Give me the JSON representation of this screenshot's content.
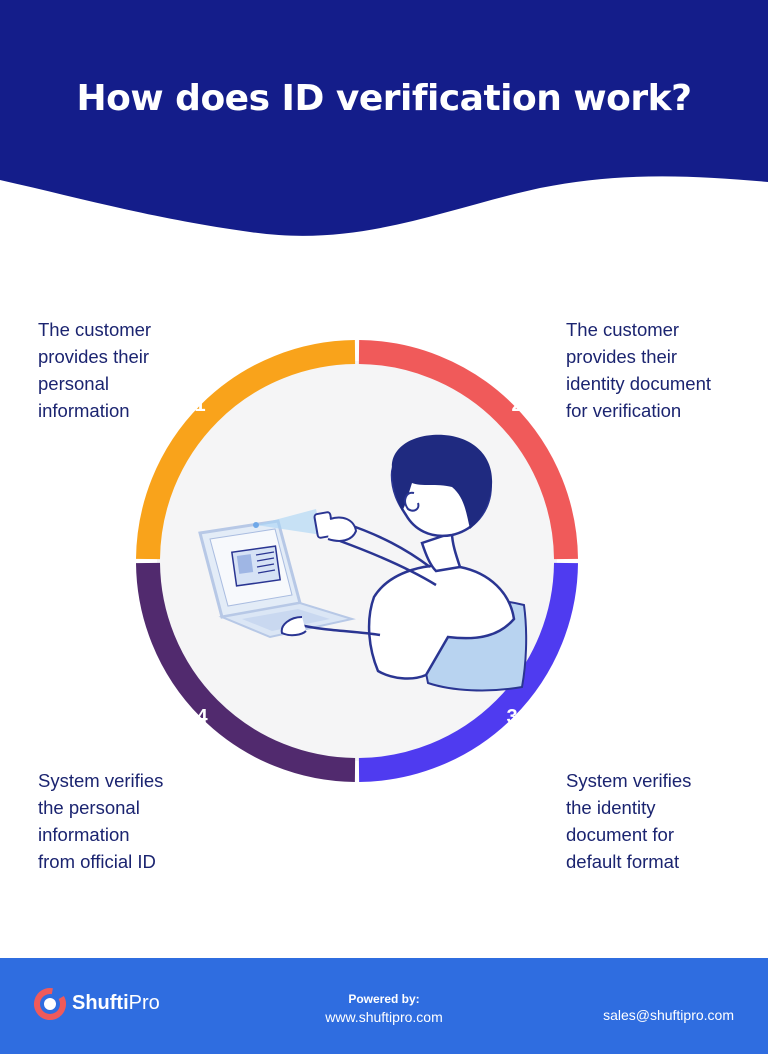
{
  "header": {
    "title": "How does ID verification work?",
    "background_color": "#141d8a"
  },
  "steps": [
    {
      "number": "1",
      "text": "The customer\nprovides their\npersonal\ninformation",
      "color": "#f9a31b"
    },
    {
      "number": "2",
      "text": "The customer\nprovides their\nidentity document\nfor verification",
      "color": "#f05a5a"
    },
    {
      "number": "3",
      "text": "System verifies\nthe identity\ndocument for\ndefault format",
      "color": "#4f3bf0"
    },
    {
      "number": "4",
      "text": "System verifies\nthe personal\ninformation\nfrom official ID",
      "color": "#512a6e"
    }
  ],
  "illustration": {
    "icon": "person-scanning-id-with-laptop-icon"
  },
  "footer": {
    "brand_name_bold": "Shufti",
    "brand_name_regular": "Pro",
    "powered_label": "Powered by:",
    "powered_url": "www.shuftipro.com",
    "email": "sales@shuftipro.com",
    "background_color": "#2f6de0",
    "logo_color": "#f05a5a"
  }
}
